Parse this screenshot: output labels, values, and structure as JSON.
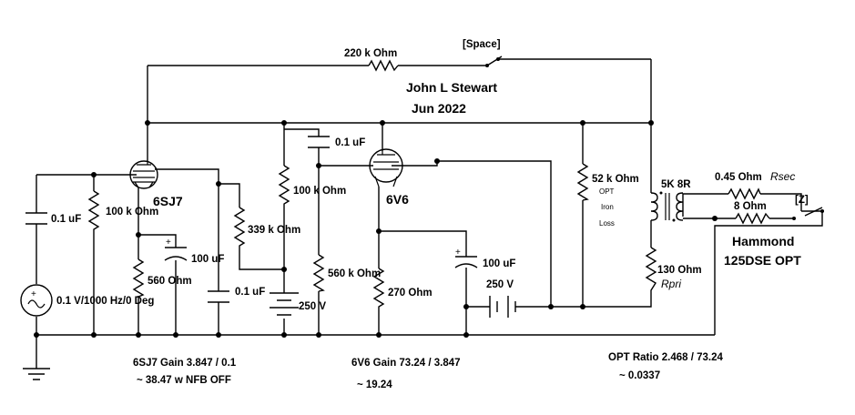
{
  "title": {
    "author": "John L Stewart",
    "date": "Jun 2022"
  },
  "feedback": {
    "resistor": "220 k Ohm",
    "switch_key": "[Space]"
  },
  "source": {
    "label": "0.1 V/1000 Hz/0 Deg",
    "coupling_cap": "0.1 uF",
    "grid_leak": "100 k Ohm"
  },
  "stage1": {
    "tube": "6SJ7",
    "cathode_resistor": "560  Ohm",
    "cathode_cap": "100 uF",
    "screen_resistor": "339 k Ohm",
    "screen_cap": "0.1 uF",
    "plate_resistor": "100 k Ohm",
    "supply": "250 V",
    "gain_line1": "6SJ7 Gain 3.847 / 0.1",
    "gain_line2": "~ 38.47 w NFB OFF"
  },
  "stage2": {
    "coupling_cap": "0.1 uF",
    "tube": "6V6",
    "grid_resistor": "560 k Ohm",
    "cathode_resistor": "270  Ohm",
    "cathode_cap": "100 uF",
    "supply": "250 V",
    "gain_line1": "6V6 Gain 73.24 / 3.847",
    "gain_line2": "~ 19.24"
  },
  "output": {
    "iron_loss_resistor": "52 k Ohm",
    "iron_loss_note": [
      "OPT",
      "Iron",
      "Loss"
    ],
    "transformer": "5K 8R",
    "primary_resistance": "130  Ohm",
    "primary_label": "Rpri",
    "secondary_resistance": "0.45  Ohm",
    "secondary_label": "Rsec",
    "load": "8  Ohm",
    "load_switch_key": "[Z]",
    "opt_name_line1": "Hammond",
    "opt_name_line2": "125DSE OPT",
    "ratio_line1": "OPT Ratio 2.468 / 73.24",
    "ratio_line2": "~ 0.0337"
  }
}
